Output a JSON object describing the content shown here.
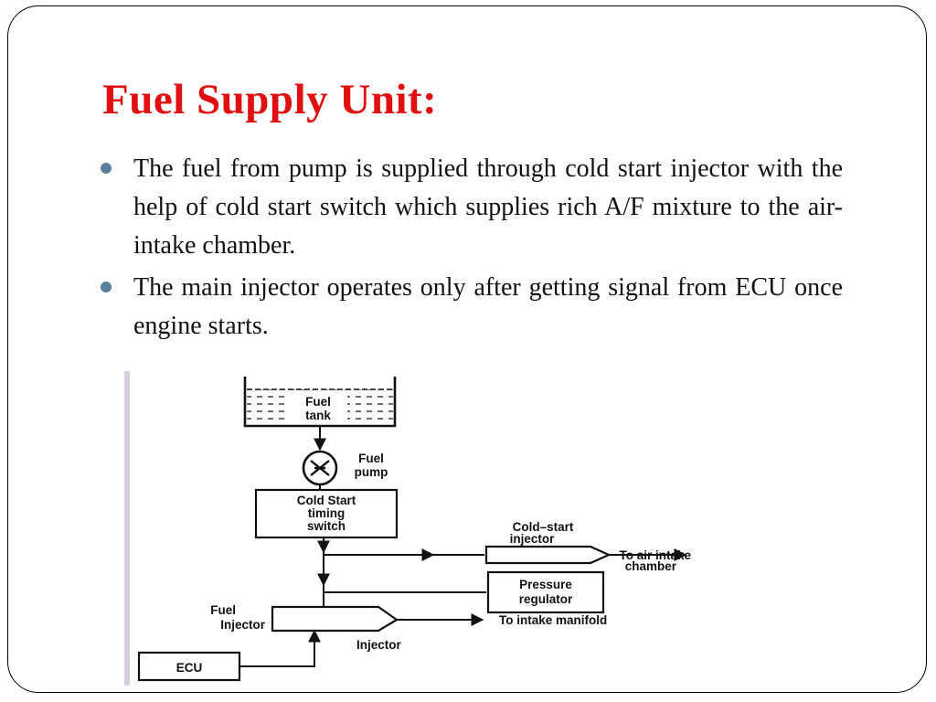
{
  "slide": {
    "title": "Fuel Supply Unit:",
    "bullets": [
      "The fuel from pump is supplied through cold start injector with the help of cold start switch which supplies rich A/F mixture to the air-intake chamber.",
      "The main injector operates only after getting signal from ECU once engine starts."
    ]
  },
  "diagram": {
    "tank_line1": "Fuel",
    "tank_line2": "tank",
    "pump_line1": "Fuel",
    "pump_line2": "pump",
    "switch_line1": "Cold Start",
    "switch_line2": "timing",
    "switch_line3": "switch",
    "cold_injector_line1": "Cold–start",
    "cold_injector_line2": "injector",
    "air_intake_line1": "To air intake",
    "air_intake_line2": "chamber",
    "regulator_line1": "Pressure",
    "regulator_line2": "regulator",
    "fuel_injector_line1": "Fuel",
    "fuel_injector_line2": "Injector",
    "intake_manifold": "To intake manifold",
    "injector": "Injector",
    "ecu": "ECU"
  },
  "colors": {
    "title": "#e01010",
    "bullet": "#5a7f9e",
    "text": "#111111"
  }
}
